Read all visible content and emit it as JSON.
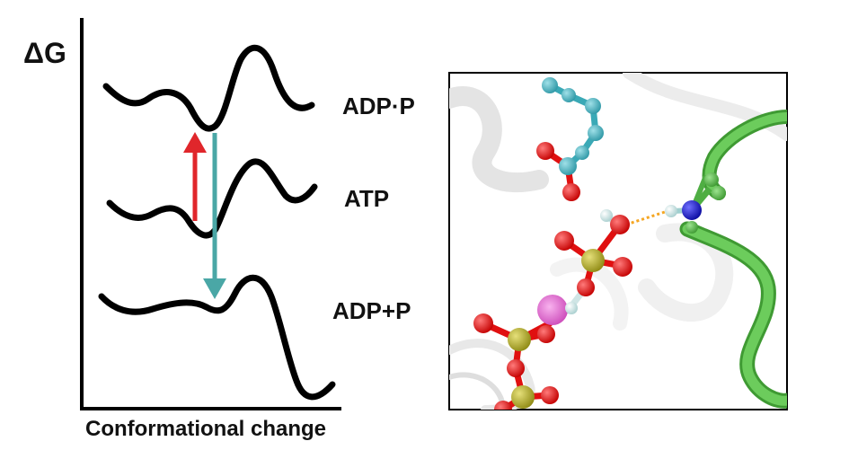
{
  "diagram": {
    "y_axis_label": "ΔG",
    "x_axis_label": "Conformational change",
    "states": [
      {
        "label": "ADP·P"
      },
      {
        "label": "ATP"
      },
      {
        "label": "ADP+P"
      }
    ],
    "colors": {
      "curve": "#000000",
      "up_arrow": "#e0262b",
      "down_arrow": "#4aa7a6",
      "hbond": "#f5a623",
      "carbon_teal": "#4fb7c3",
      "oxygen": "#e01010",
      "phosphorus": "#b8b22a",
      "nitrogen": "#1414cc",
      "hydrogen": "#d8ecec",
      "magnesium": "#e36ad3",
      "protein_green": "#5fbf4f"
    },
    "molecular_view": {
      "description_icon": "molecular-structure-render"
    }
  }
}
